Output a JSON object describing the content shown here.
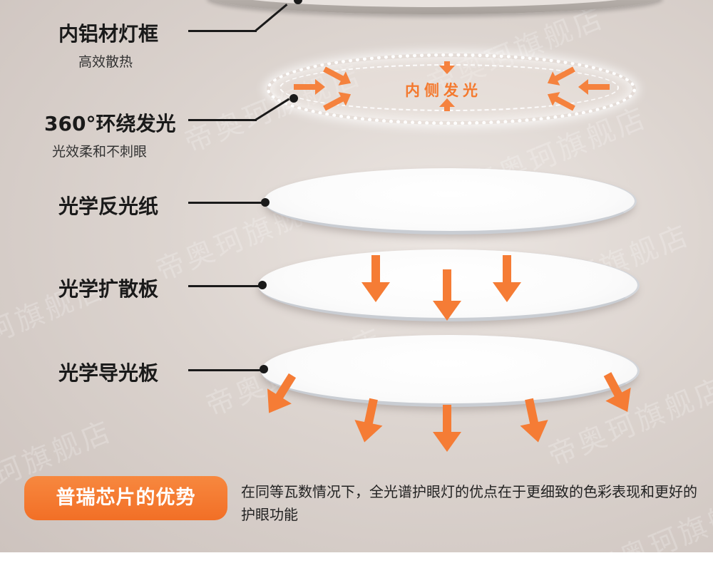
{
  "labels": [
    {
      "title": "内铝材灯框",
      "subtitle": "高效散热"
    },
    {
      "title": "360°环绕发光",
      "subtitle": "光效柔和不刺眼"
    },
    {
      "title": "光学反光纸",
      "subtitle": ""
    },
    {
      "title": "光学扩散板",
      "subtitle": ""
    },
    {
      "title": "光学导光板",
      "subtitle": ""
    }
  ],
  "ring_text": "内侧发光",
  "advantage": {
    "badge": "普瑞芯片的优势",
    "description": "在同等瓦数情况下，全光谱护眼灯的优点在于更细致的色彩表现和更好的护眼功能"
  },
  "watermark": "帝奥珂旗舰店",
  "colors": {
    "accent": "#f57c35",
    "text": "#1a1a1a",
    "background": "#dcd4cf"
  }
}
